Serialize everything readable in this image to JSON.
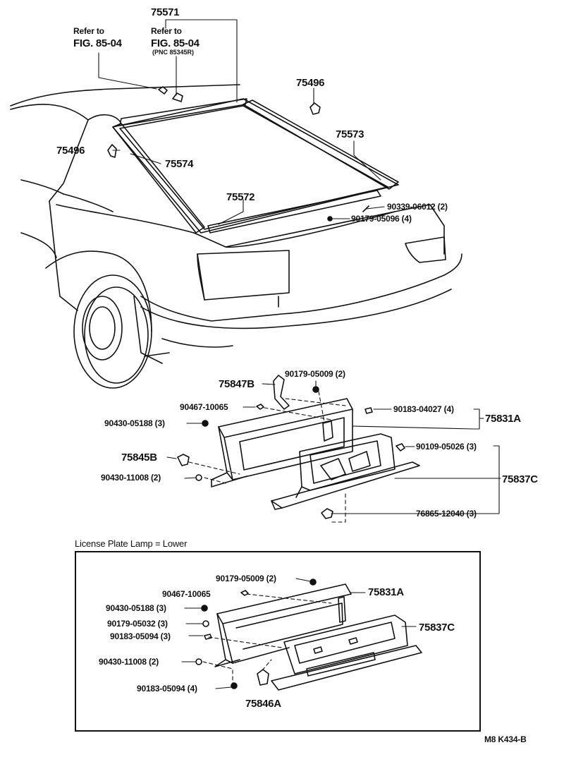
{
  "labels": {
    "top_assembly": "75571",
    "refer_left_l1": "Refer to",
    "refer_left_l2": "FIG. 85-04",
    "refer_right_l1": "Refer to",
    "refer_right_l2": "FIG. 85-04",
    "refer_right_pnc": "(PNC 85345R)",
    "clip_right": "75496",
    "clip_left": "75496",
    "weatherstrip_right": "75573",
    "weatherstrip_left": "75574",
    "weatherstrip_lower": "75572",
    "screw_a": "90339-06012 (2)",
    "nut_a": "90179-05096 (4)",
    "bracket_b": "75847B",
    "nut_b": "90179-05009 (2)",
    "grommet_a": "90467-10065",
    "clip_c": "90183-04027 (4)",
    "garnish_upper": "75831A",
    "nut_c": "90430-05188 (3)",
    "bracket_c": "75845B",
    "screw_b": "90109-05026 (3)",
    "nut_d": "90430-11008 (2)",
    "plate_bracket": "75837C",
    "clip_d": "76865-12040 (3)",
    "inset_title": "License Plate Lamp = Lower",
    "in_nut_b": "90179-05009 (2)",
    "in_grommet": "90467-10065",
    "in_garnish": "75831A",
    "in_nut_c": "90430-05188 (3)",
    "in_nut_e": "90179-05032 (3)",
    "in_clip_e": "90183-05094 (3)",
    "in_plate_bracket": "75837C",
    "in_nut_d": "90430-11008 (2)",
    "in_clip_f": "90183-05094 (4)",
    "in_bracket": "75846A",
    "footer_code": "M8  K434-B"
  }
}
